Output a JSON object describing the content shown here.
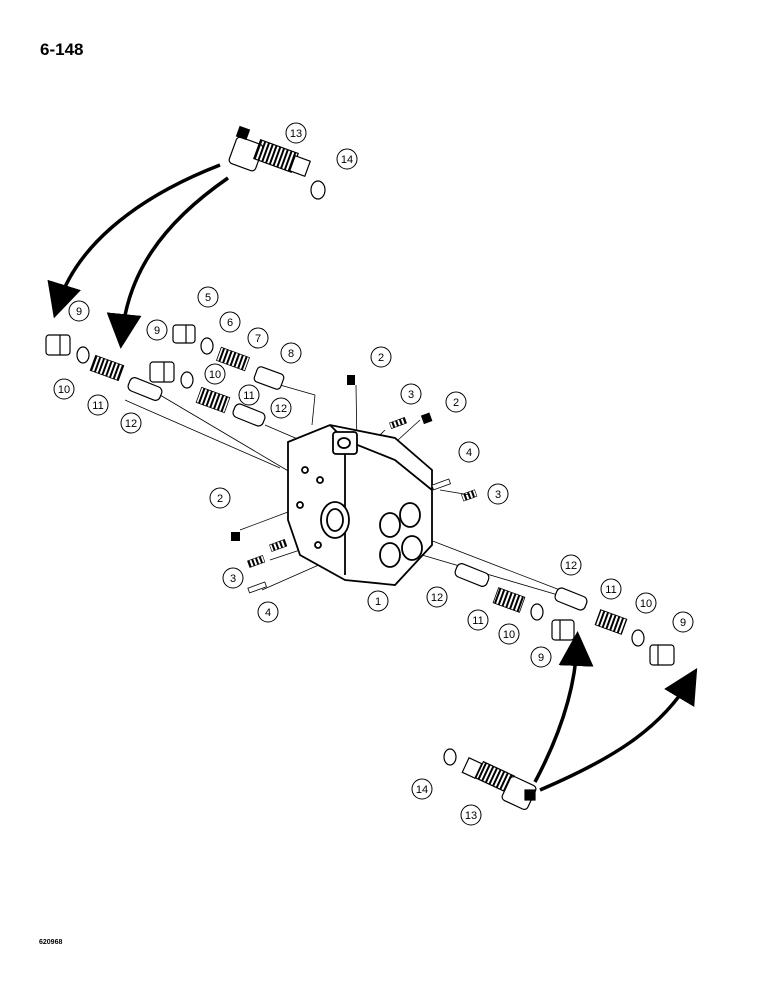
{
  "page_number": "6-148",
  "figure_code": "620968",
  "callouts": [
    {
      "label": "13"
    },
    {
      "label": "14"
    },
    {
      "label": "9"
    },
    {
      "label": "5"
    },
    {
      "label": "6"
    },
    {
      "label": "9"
    },
    {
      "label": "7"
    },
    {
      "label": "8"
    },
    {
      "label": "10"
    },
    {
      "label": "10"
    },
    {
      "label": "11"
    },
    {
      "label": "11"
    },
    {
      "label": "12"
    },
    {
      "label": "12"
    },
    {
      "label": "2"
    },
    {
      "label": "3"
    },
    {
      "label": "2"
    },
    {
      "label": "4"
    },
    {
      "label": "3"
    },
    {
      "label": "2"
    },
    {
      "label": "3"
    },
    {
      "label": "4"
    },
    {
      "label": "1"
    },
    {
      "label": "12"
    },
    {
      "label": "12"
    },
    {
      "label": "11"
    },
    {
      "label": "11"
    },
    {
      "label": "10"
    },
    {
      "label": "10"
    },
    {
      "label": "9"
    },
    {
      "label": "9"
    },
    {
      "label": "14"
    },
    {
      "label": "13"
    }
  ]
}
